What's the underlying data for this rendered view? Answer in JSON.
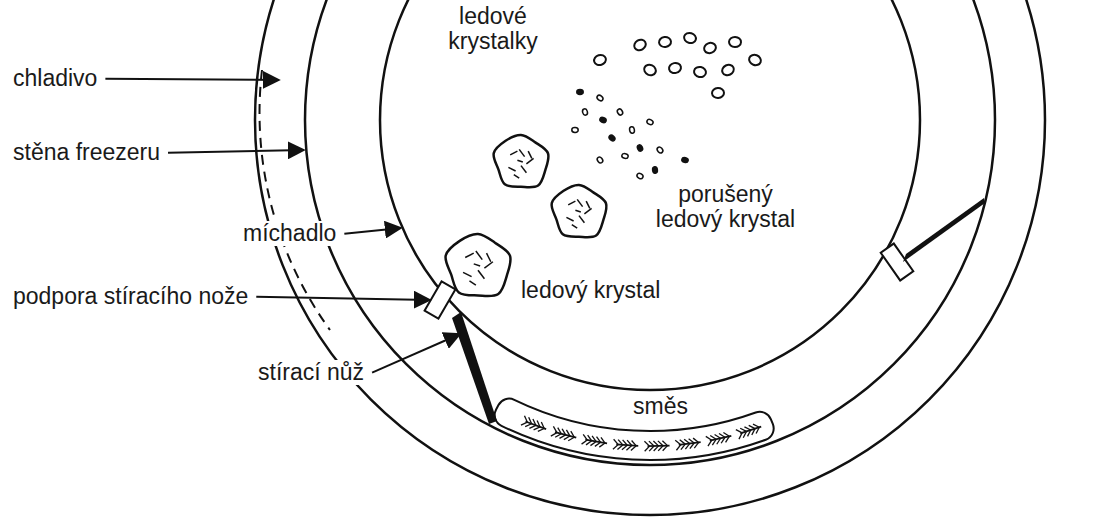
{
  "diagram": {
    "labels": [
      "chladivo",
      "ledové krystalky",
      "stěna freezeru",
      "míchadlo",
      "porušený ledový krystal",
      "podpora stíracího nože",
      "ledový krystal",
      "stírací nůž",
      "směs"
    ]
  }
}
